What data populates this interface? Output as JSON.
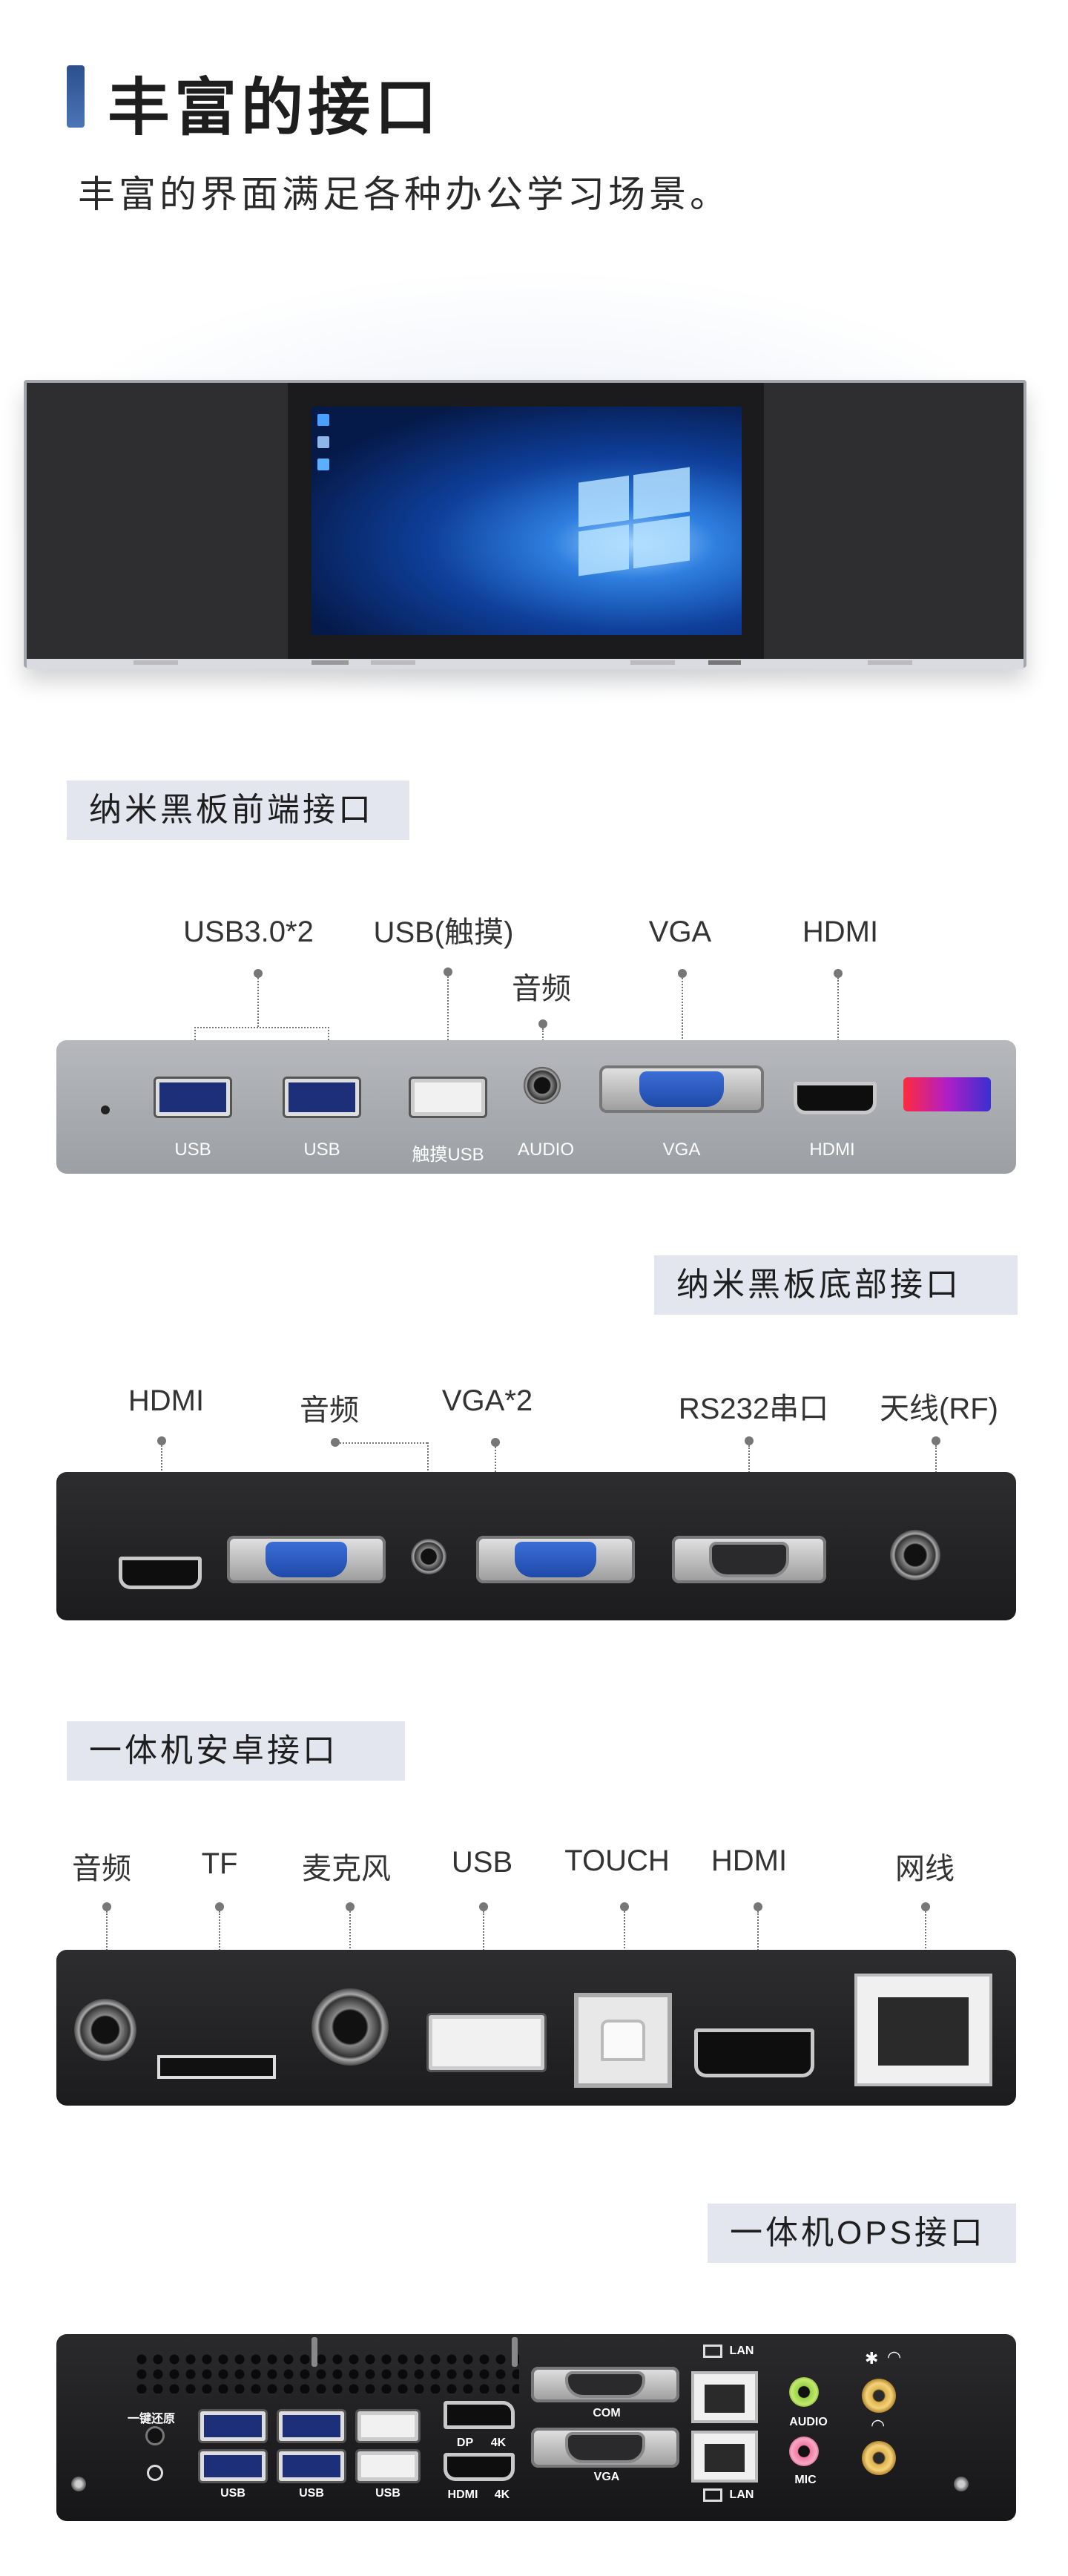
{
  "header": {
    "title": "丰富的接口",
    "subtitle": "丰富的界面满足各种办公学习场景。"
  },
  "sections": {
    "front": {
      "label": "纳米黑板前端接口",
      "callouts": [
        "USB3.0*2",
        "USB(触摸)",
        "音频",
        "VGA",
        "HDMI"
      ],
      "port_labels": [
        "USB",
        "USB",
        "触摸USB",
        "AUDIO",
        "VGA",
        "HDMI"
      ]
    },
    "bottom": {
      "label": "纳米黑板底部接口",
      "callouts": [
        "HDMI",
        "音频",
        "VGA*2",
        "RS232串口",
        "天线(RF)"
      ]
    },
    "android": {
      "label": "一体机安卓接口",
      "callouts": [
        "音频",
        "TF",
        "麦克风",
        "USB",
        "TOUCH",
        "HDMI",
        "网线"
      ]
    },
    "ops": {
      "label": "一体机OPS接口",
      "port_labels": {
        "reset": "一键还原",
        "usb1": "USB",
        "usb2": "USB",
        "usb3": "USB",
        "dp": "DP",
        "dp_4k": "4K",
        "hdmi": "HDMI",
        "hdmi_4k": "4K",
        "com": "COM",
        "vga": "VGA",
        "lan_top": "LAN",
        "lan_bottom": "LAN",
        "audio": "AUDIO",
        "mic": "MIC"
      }
    }
  },
  "colors": {
    "title_bar": "#2d4f8c",
    "section_label_bg": "#e3e6ef",
    "front_panel": "#a8aaae",
    "black_panel": "#252527",
    "usb3_blue": "#1e2f7a",
    "vga_blue": "#2a5cc4"
  }
}
